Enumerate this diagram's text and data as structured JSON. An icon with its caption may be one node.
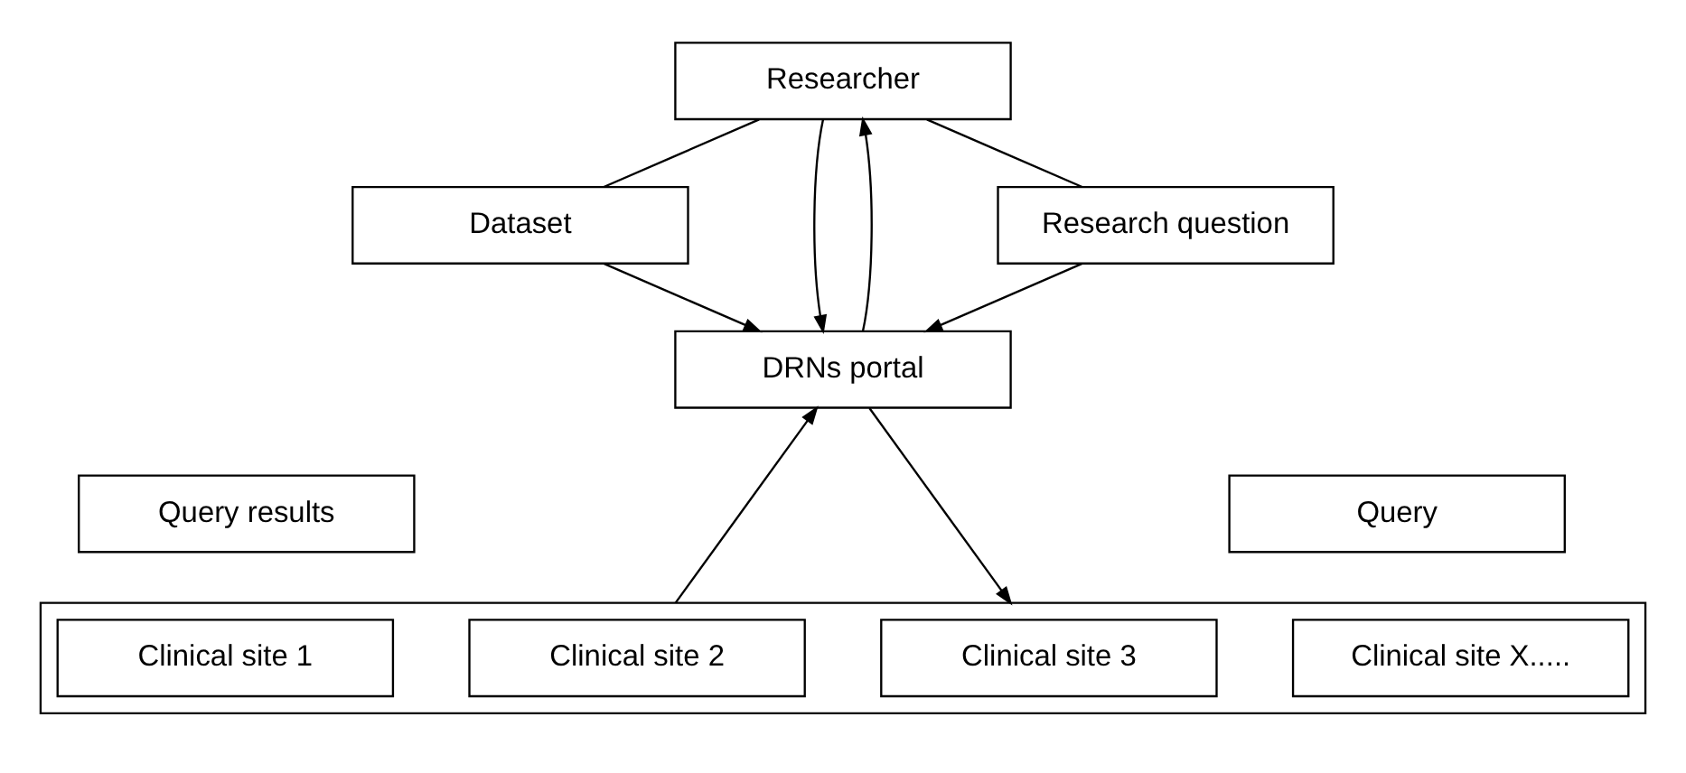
{
  "diagram": {
    "nodes": [
      {
        "text": [
          "Researcher"
        ]
      },
      {
        "text": [
          "Dataset"
        ]
      },
      {
        "text": [
          "Research question"
        ]
      },
      {
        "text": [
          "DRNs portal"
        ]
      },
      {
        "text": [
          "Query results"
        ]
      },
      {
        "text": [
          "Query"
        ]
      },
      {
        "text": [],
        "shape": "box"
      },
      {
        "text": [
          "Clinical site 1"
        ],
        "in": 6
      },
      {
        "text": [
          "Clinical site 2"
        ],
        "in": 6
      },
      {
        "text": [
          "Clinical site 3"
        ],
        "in": 6
      },
      {
        "text": [
          "Clinical site X....."
        ],
        "in": 6
      }
    ],
    "edges": [
      {
        "from": 0,
        "to": 1,
        "arrow": "none"
      },
      {
        "from": 0,
        "to": 2,
        "arrow": "none"
      },
      {
        "from": 1,
        "to": 3,
        "arrow": "to"
      },
      {
        "from": 2,
        "to": 3,
        "arrow": "to"
      },
      {
        "from": 3,
        "to": 0,
        "arrow": "to"
      },
      {
        "from": 0,
        "to": 3,
        "arrow": "to"
      },
      {
        "from": 6,
        "to": 3,
        "arrow": "to"
      },
      {
        "from": 3,
        "to": 6,
        "arrow": "to"
      }
    ]
  }
}
